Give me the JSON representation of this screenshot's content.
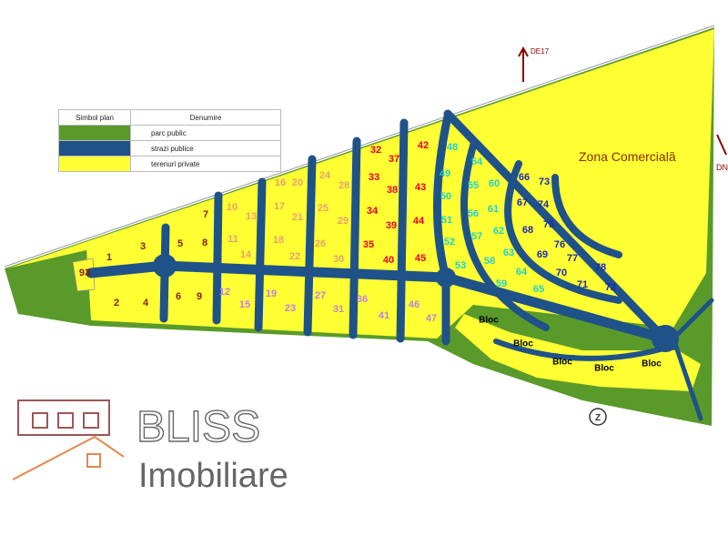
{
  "legend": {
    "header_symbol": "Simbol plan",
    "header_name": "Denumire",
    "items": [
      {
        "label": "parc public",
        "color": "#5a9a2a"
      },
      {
        "label": "strazi publice",
        "color": "#1f5288"
      },
      {
        "label": "terenuri private",
        "color": "#ffff33"
      }
    ]
  },
  "labels": {
    "zone": "Zona Comercială",
    "de17": "DE17",
    "dn": "DN",
    "bloc": [
      "Bloc",
      "Bloc",
      "Bloc",
      "Bloc",
      "Bloc"
    ]
  },
  "watermark": {
    "line1": "BLISS",
    "line2": "Imobiliare"
  },
  "plot_groups": [
    {
      "color": "#8b1a00",
      "plots": [
        "93",
        "1",
        "3",
        "5",
        "8",
        "7",
        "2",
        "4",
        "6",
        "9"
      ]
    },
    {
      "color": "#e8a070",
      "plots": [
        "10",
        "13",
        "11",
        "14",
        "18",
        "22",
        "16",
        "20",
        "17",
        "21",
        "24",
        "28",
        "25",
        "29",
        "26",
        "30"
      ]
    },
    {
      "color": "#c080e0",
      "plots": [
        "12",
        "15",
        "19",
        "23",
        "27",
        "31",
        "36",
        "41",
        "46",
        "47"
      ]
    },
    {
      "color": "#e8002a",
      "plots": [
        "32",
        "37",
        "33",
        "38",
        "34",
        "39",
        "35",
        "40",
        "42",
        "43",
        "44",
        "45"
      ]
    },
    {
      "color": "#20d0d0",
      "plots": [
        "48",
        "49",
        "50",
        "51",
        "52",
        "53",
        "54",
        "55",
        "60",
        "56",
        "61",
        "57",
        "62",
        "58",
        "63",
        "59",
        "64",
        "65"
      ]
    },
    {
      "color": "#1a2ab0",
      "plots": [
        "66",
        "73",
        "67",
        "74",
        "68",
        "75",
        "69",
        "76",
        "70",
        "77",
        "71",
        "78",
        "72"
      ]
    }
  ],
  "colors": {
    "park": "#5a9a2a",
    "road": "#1f5288",
    "private": "#ffff33"
  }
}
